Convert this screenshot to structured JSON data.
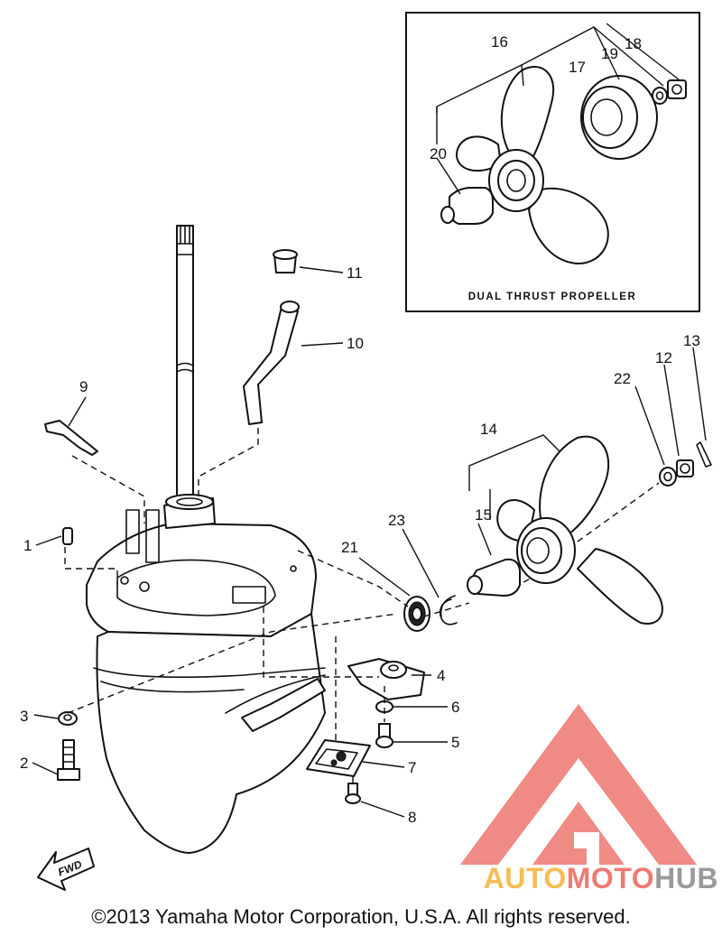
{
  "callouts": [
    {
      "id": "1",
      "label": "1"
    },
    {
      "id": "2",
      "label": "2"
    },
    {
      "id": "3",
      "label": "3"
    },
    {
      "id": "4",
      "label": "4"
    },
    {
      "id": "5",
      "label": "5"
    },
    {
      "id": "6",
      "label": "6"
    },
    {
      "id": "7",
      "label": "7"
    },
    {
      "id": "8",
      "label": "8"
    },
    {
      "id": "9",
      "label": "9"
    },
    {
      "id": "10",
      "label": "10"
    },
    {
      "id": "11",
      "label": "11"
    },
    {
      "id": "12",
      "label": "12"
    },
    {
      "id": "13",
      "label": "13"
    },
    {
      "id": "14",
      "label": "14"
    },
    {
      "id": "15",
      "label": "15"
    },
    {
      "id": "16",
      "label": "16"
    },
    {
      "id": "17",
      "label": "17"
    },
    {
      "id": "18",
      "label": "18"
    },
    {
      "id": "19",
      "label": "19"
    },
    {
      "id": "20",
      "label": "20"
    },
    {
      "id": "21",
      "label": "21"
    },
    {
      "id": "22",
      "label": "22"
    },
    {
      "id": "23",
      "label": "23"
    }
  ],
  "inset": {
    "title": "DUAL THRUST PROPELLER"
  },
  "fwd_label": "FWD",
  "copyright": "©2013 Yamaha Motor Corporation, U.S.A. All rights reserved.",
  "watermark": {
    "part1": "AUTO",
    "part2": "MOTO",
    "part3": "HUB",
    "colors": {
      "logo": "#f08a84",
      "auto": "#f5bd55",
      "moto": "#ee7b73",
      "hub": "#9a9a9a"
    }
  }
}
